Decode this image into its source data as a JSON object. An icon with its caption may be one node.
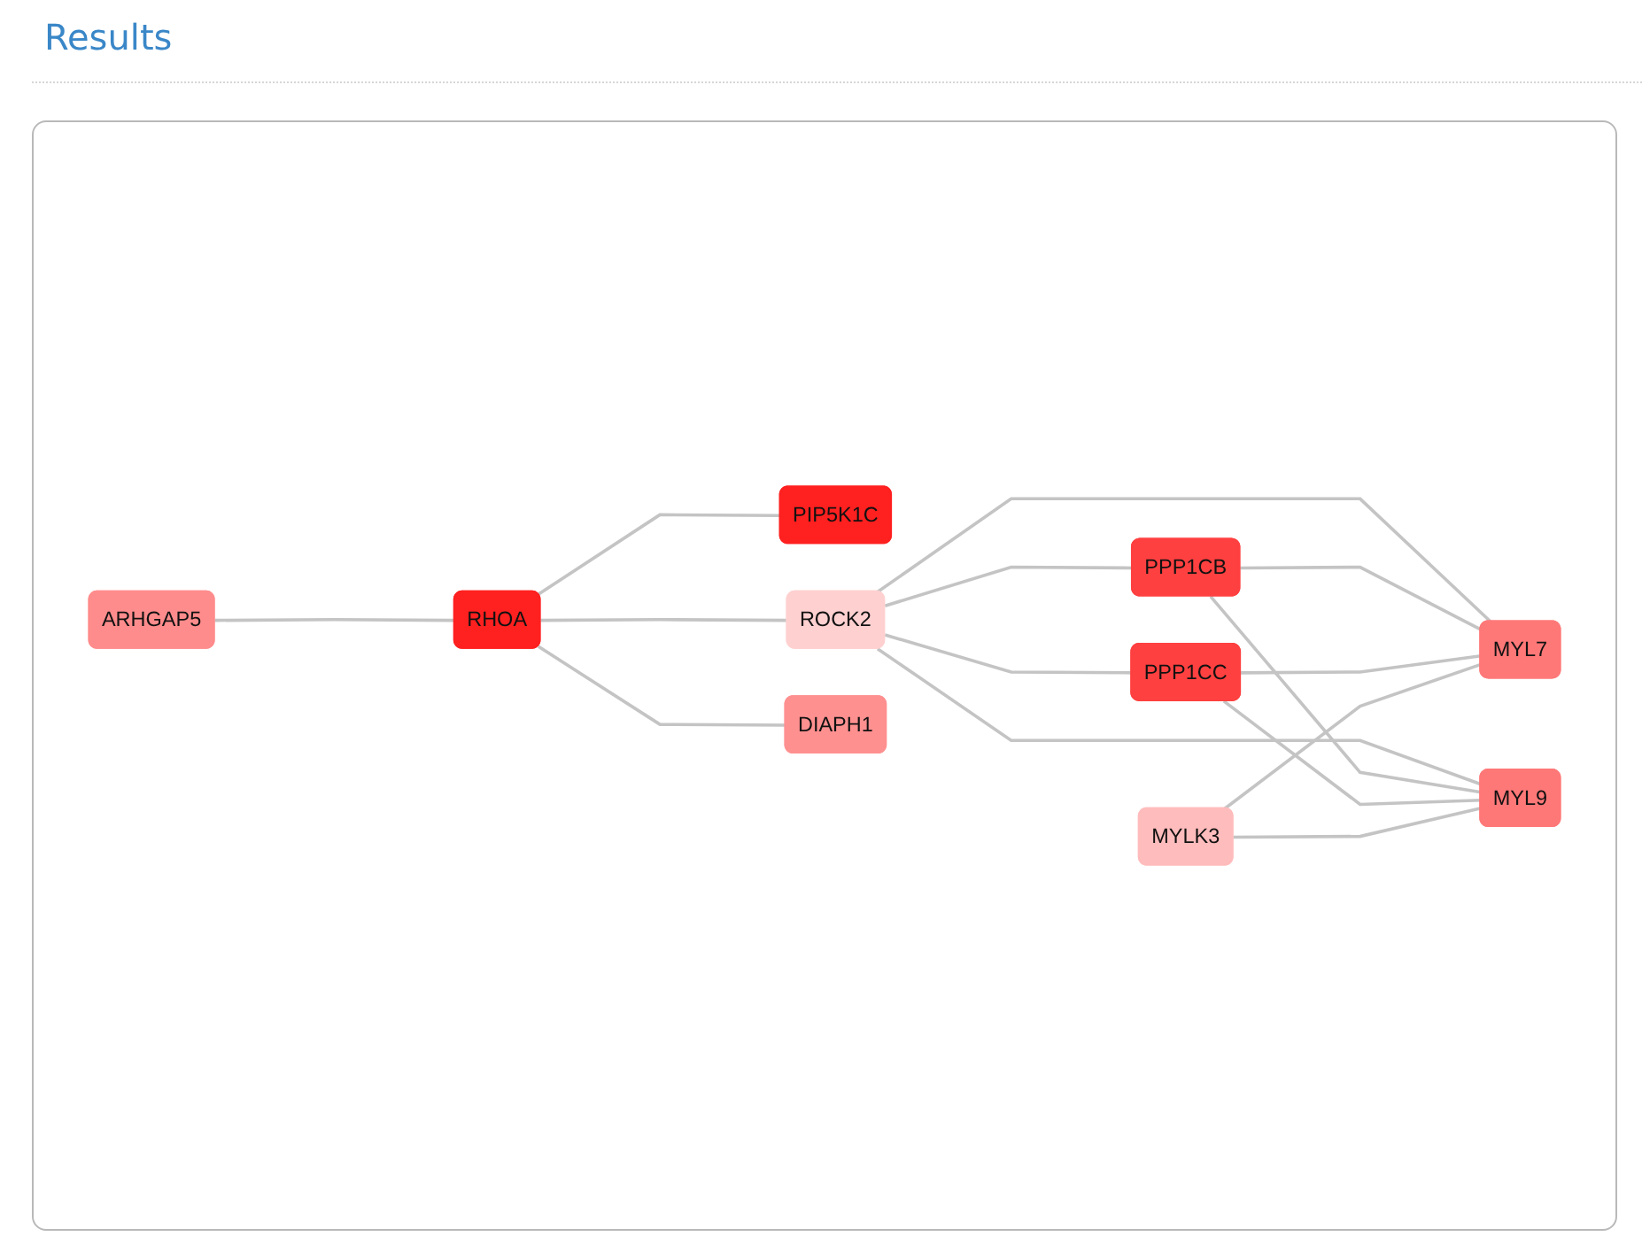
{
  "diagram": {
    "title": "Results",
    "nodes": [
      {
        "text": [
          "MYLK3"
        ]
      },
      {
        "text": [
          "PIP5K1C"
        ]
      },
      {
        "text": [
          "PPP1CB"
        ]
      },
      {
        "text": [
          "PPP1CC"
        ]
      },
      {
        "text": [
          "RHOA"
        ]
      },
      {
        "text": [
          "ROCK2"
        ]
      },
      {
        "text": [
          "MYL7"
        ]
      },
      {
        "text": [
          "MYL9"
        ]
      },
      {
        "text": [
          "ARHGAP5"
        ]
      },
      {
        "text": [
          "DIAPH1"
        ]
      }
    ],
    "edges": [
      {
        "from": 8,
        "to": 4,
        "arrow": "none"
      },
      {
        "from": 4,
        "to": 1,
        "arrow": "none"
      },
      {
        "from": 4,
        "to": 5,
        "arrow": "none"
      },
      {
        "from": 4,
        "to": 9,
        "arrow": "none"
      },
      {
        "from": 5,
        "to": 2,
        "arrow": "none"
      },
      {
        "from": 5,
        "to": 3,
        "arrow": "none"
      },
      {
        "from": 5,
        "to": 6,
        "arrow": "none"
      },
      {
        "from": 5,
        "to": 7,
        "arrow": "none"
      },
      {
        "from": 2,
        "to": 6,
        "arrow": "none"
      },
      {
        "from": 2,
        "to": 7,
        "arrow": "none"
      },
      {
        "from": 3,
        "to": 6,
        "arrow": "none"
      },
      {
        "from": 3,
        "to": 7,
        "arrow": "none"
      },
      {
        "from": 0,
        "to": 6,
        "arrow": "none"
      },
      {
        "from": 0,
        "to": 7,
        "arrow": "none"
      }
    ]
  }
}
